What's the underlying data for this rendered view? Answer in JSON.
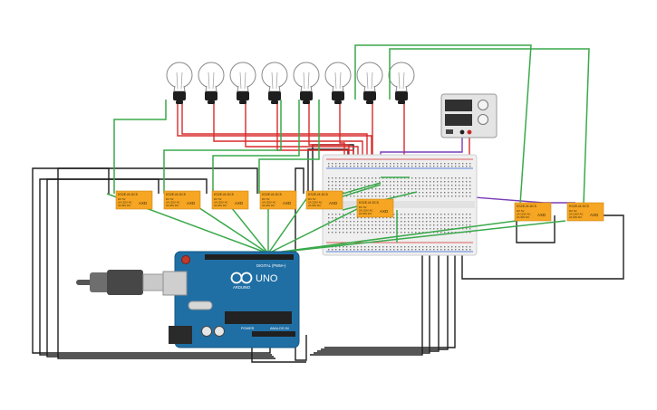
{
  "relays": [
    {
      "title": "KS2E-M-DC5",
      "l1": "DC 5V",
      "l2": "2A 125V AC",
      "l3": "2A 30V DC",
      "code": "AXD"
    },
    {
      "title": "KS2E-M-DC5",
      "l1": "DC 5V",
      "l2": "2A 125V AC",
      "l3": "2A 30V DC",
      "code": "AXD"
    },
    {
      "title": "KS2E-M-DC5",
      "l1": "DC 5V",
      "l2": "2A 125V AC",
      "l3": "2A 30V DC",
      "code": "AXD"
    },
    {
      "title": "KS2E-M-DC5",
      "l1": "DC 5V",
      "l2": "2A 125V AC",
      "l3": "2A 30V DC",
      "code": "AXD"
    },
    {
      "title": "KS2E-M-DC5",
      "l1": "DC 5V",
      "l2": "2A 125V AC",
      "l3": "2A 30V DC",
      "code": "AXD"
    },
    {
      "title": "KS2E-M-DC5",
      "l1": "DC 5V",
      "l2": "2A 125V AC",
      "l3": "2A 30V DC",
      "code": "AXD"
    },
    {
      "title": "KS2E-M-DC5",
      "l1": "DC 5V",
      "l2": "2A 125V AC",
      "l3": "2A 30V DC",
      "code": "AXD"
    },
    {
      "title": "KS2E-M-DC5",
      "l1": "DC 5V",
      "l2": "2A 125V AC",
      "l3": "2A 30V DC",
      "code": "AXD"
    }
  ],
  "arduino": {
    "brand": "ARDUINO",
    "model": "UNO",
    "digital_label": "DIGITAL (PWM~)",
    "power_label": "POWER",
    "analog_label": "ANALOG IN"
  },
  "bulbs_count": 8,
  "colors": {
    "wire_green": "#3aa94a",
    "wire_red": "#d92b2b",
    "wire_black": "#1e1e1e",
    "wire_purple": "#7a3db8",
    "relay_orange": "#f6a623",
    "arduino_blue": "#1f6fa5",
    "breadboard": "#efefef"
  }
}
